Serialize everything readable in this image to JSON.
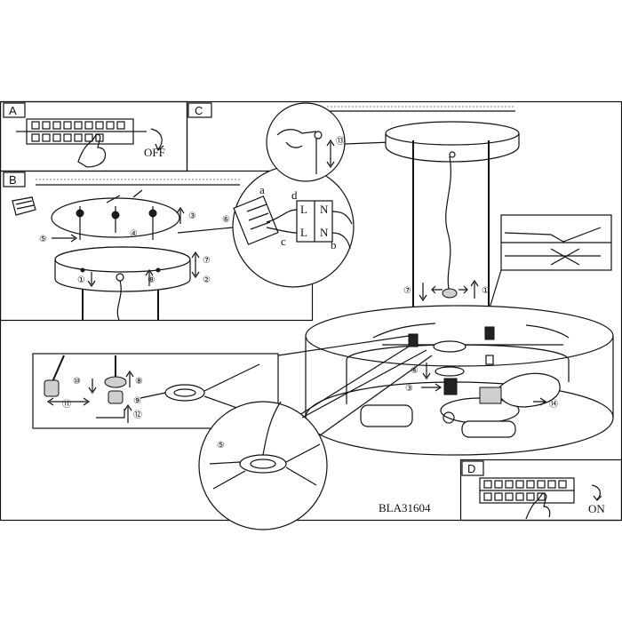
{
  "panels": {
    "a": {
      "letter": "A",
      "caption": "OFF"
    },
    "b": {
      "letter": "B"
    },
    "c": {
      "letter": "C"
    },
    "d": {
      "letter": "D",
      "caption": "ON"
    }
  },
  "wiring": {
    "label_a": "a",
    "label_b": "b",
    "label_c": "c",
    "label_d": "d",
    "term_l": "L",
    "term_n": "N"
  },
  "callouts": {
    "n1": "①",
    "n2": "②",
    "n3": "③",
    "n4": "④",
    "n5": "⑤",
    "n6": "⑥",
    "n7": "⑦",
    "n8": "⑧",
    "n9": "⑨",
    "n10": "⑩",
    "n11": "⑪",
    "n12": "⑫",
    "n13": "⑬",
    "n14": "⑭"
  },
  "model_code": "BLA31604",
  "colors": {
    "ink": "#111111",
    "paper": "#ffffff",
    "tone": "#cfcfcf"
  }
}
